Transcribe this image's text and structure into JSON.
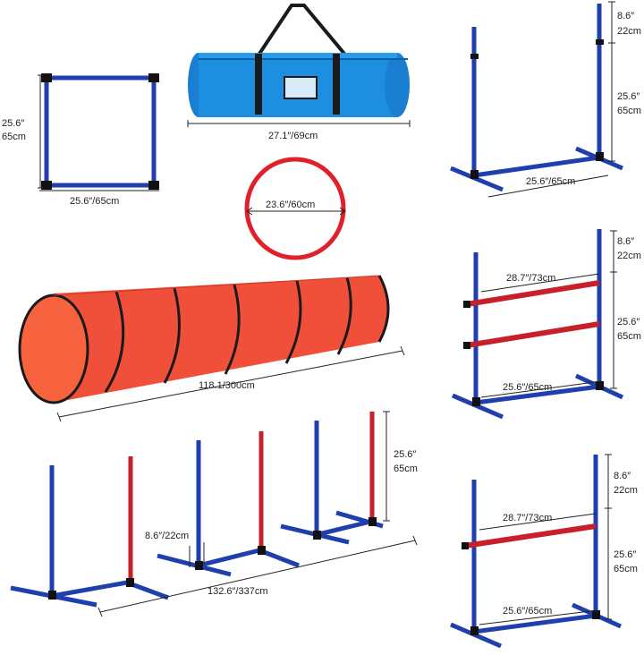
{
  "colors": {
    "pole_blue": "#1f3fae",
    "pole_red": "#c8202a",
    "tunnel_orange": "#f0503a",
    "bag_blue": "#1e8fe0",
    "hoop_red": "#e0202a",
    "frame_black": "#111111"
  },
  "square_frame": {
    "height_in": "25.6″",
    "height_cm": "65cm",
    "width": "25.6″/65cm"
  },
  "carry_bag": {
    "length": "27.1″/69cm"
  },
  "hoop": {
    "diameter": "23.6″/60cm"
  },
  "tunnel": {
    "length": "118.1/300cm"
  },
  "weave_poles": {
    "height_in": "25.6″",
    "height_cm": "65cm",
    "spacing": "8.6″/22cm",
    "total_length": "132.6″/337cm"
  },
  "hurdle_single_top": {
    "top_in": "8.6″",
    "top_cm": "22cm",
    "mid_in": "25.6″",
    "mid_cm": "65cm",
    "base": "25.6″/65cm"
  },
  "hurdle_double": {
    "top_in": "8.6″",
    "top_cm": "22cm",
    "bar": "28.7″/73cm",
    "mid_in": "25.6″",
    "mid_cm": "65cm",
    "base": "25.6″/65cm"
  },
  "hurdle_single_bottom": {
    "top_in": "8.6″",
    "top_cm": "22cm",
    "bar": "28.7″/73cm",
    "mid_in": "25.6″",
    "mid_cm": "65cm",
    "base": "25.6″/65cm"
  }
}
